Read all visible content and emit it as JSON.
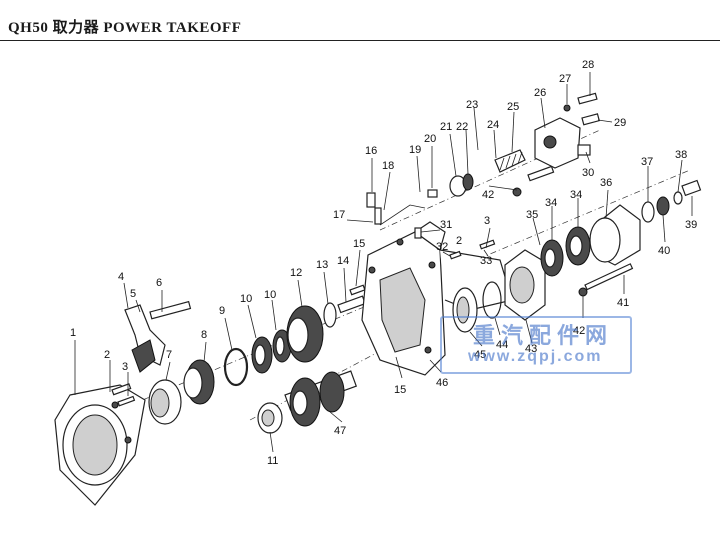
{
  "header": {
    "title": "QH50 取力器 POWER TAKEOFF"
  },
  "watermark": {
    "cn": "重汽配件网",
    "url": "www.zqpj.com",
    "color": "#3f6fc8"
  },
  "callouts": [
    "1",
    "2",
    "3",
    "4",
    "5",
    "6",
    "7",
    "8",
    "9",
    "10",
    "11",
    "12",
    "13",
    "14",
    "15",
    "15",
    "16",
    "17",
    "18",
    "19",
    "20",
    "21",
    "22",
    "23",
    "24",
    "25",
    "26",
    "27",
    "28",
    "29",
    "30",
    "31",
    "32",
    "33",
    "34",
    "34",
    "35",
    "36",
    "37",
    "38",
    "39",
    "40",
    "41",
    "42",
    "42",
    "43",
    "44",
    "45",
    "46",
    "47",
    "2",
    "3"
  ]
}
